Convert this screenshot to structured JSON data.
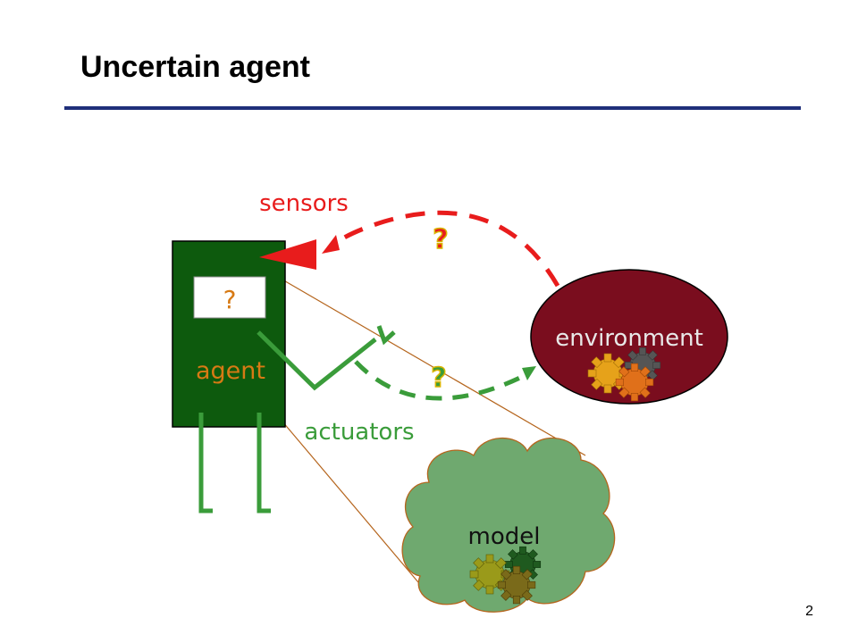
{
  "slide": {
    "title": "Uncertain agent",
    "page_number": "2"
  },
  "diagram": {
    "agent_label": "agent",
    "agent_state_label": "?",
    "sensors_label": "sensors",
    "actuators_label": "actuators",
    "environment_label": "environment",
    "model_label": "model",
    "perception_uncertainty_label": "?",
    "action_uncertainty_label": "?"
  },
  "colors": {
    "agent_body": "#0d5a0d",
    "sensor_arrow": "#e81c1c",
    "actuator": "#3a9c3a",
    "environment": "#7a0d1e",
    "model_cloud": "#6fa96f",
    "orange_text": "#d77a14",
    "title_rule": "#1f2f7a"
  }
}
